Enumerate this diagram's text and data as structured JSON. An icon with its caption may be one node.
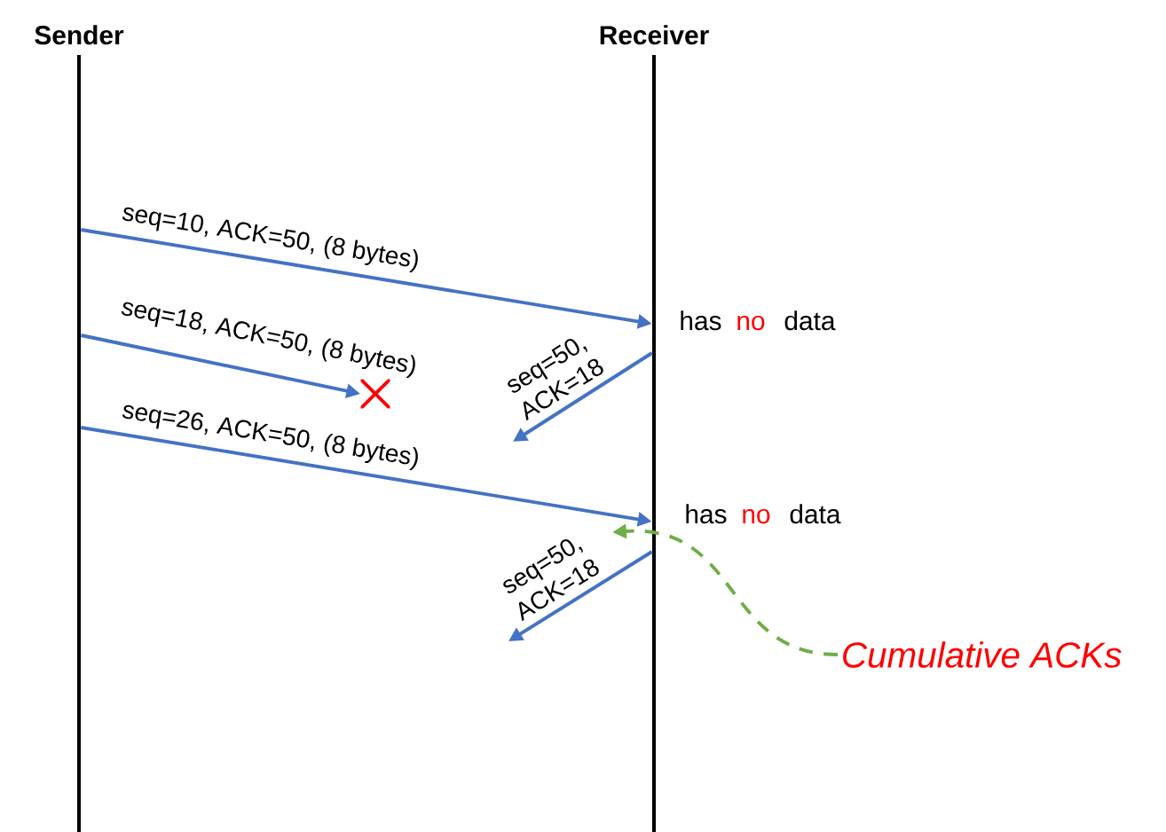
{
  "diagram": {
    "nodes": [
      {
        "text": [
          "Sender"
        ]
      },
      {
        "text": [
          "Receiver"
        ]
      },
      {
        "text": [],
        "shape": "cross"
      },
      {
        "text": [
          "Cumulative ACKs"
        ]
      }
    ],
    "edges": [
      {
        "from": 0,
        "to": 1,
        "arrow": "to",
        "label": "seq=10, ACK=50, (8 bytes)"
      },
      {
        "from": 0,
        "to": 2,
        "arrow": "to",
        "label": "seq=18, ACK=50, (8 bytes)"
      },
      {
        "from": 0,
        "to": 1,
        "arrow": "to",
        "label": "seq=26, ACK=50, (8 bytes)"
      },
      {
        "from": 1,
        "to": null,
        "arrow": "to",
        "label": "seq=50, ACK=18"
      },
      {
        "from": 1,
        "to": null,
        "arrow": "to",
        "label": "seq=50, ACK=18"
      },
      {
        "from": 3,
        "to": null,
        "arrow": "to",
        "style": "dashed",
        "color": "#70ad47"
      }
    ],
    "labels": [
      "has",
      "no",
      "data",
      "has",
      "no",
      "data"
    ]
  }
}
